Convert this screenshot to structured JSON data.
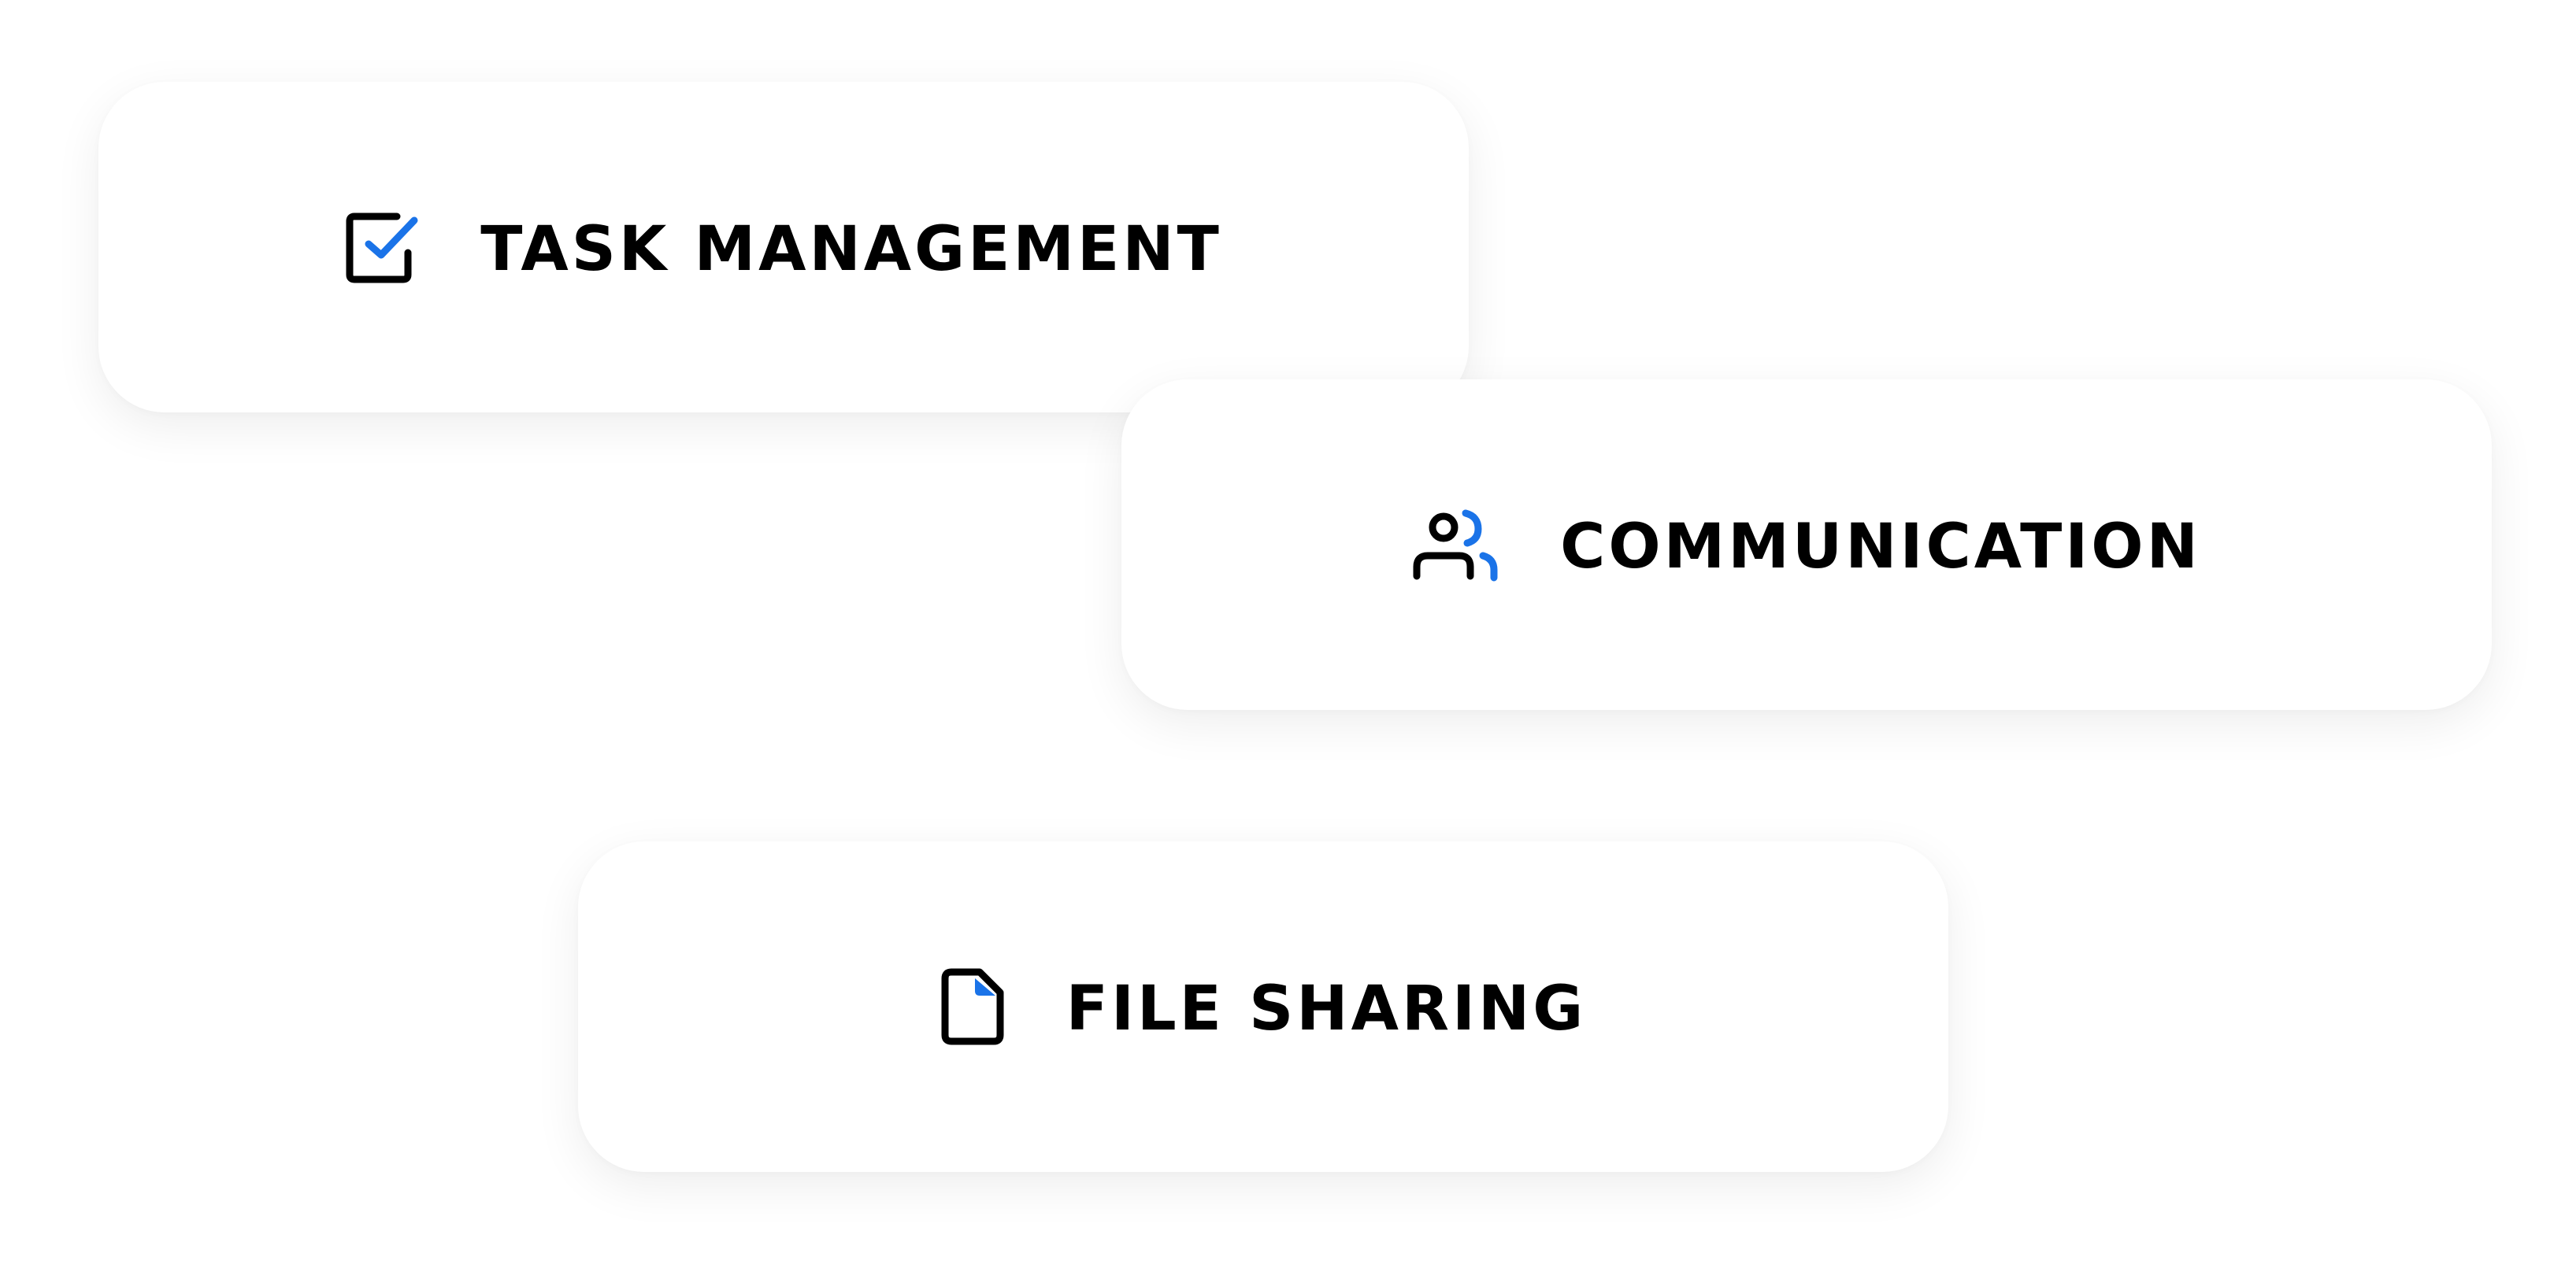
{
  "colors": {
    "text": "#000000",
    "accent": "#1a73e8",
    "card_background": "#ffffff",
    "page_background": "#ffffff"
  },
  "features": [
    {
      "label": "TASK MANAGEMENT",
      "icon": "checkbox-check-icon"
    },
    {
      "label": "COMMUNICATION",
      "icon": "users-icon"
    },
    {
      "label": "FILE SHARING",
      "icon": "file-icon"
    }
  ]
}
